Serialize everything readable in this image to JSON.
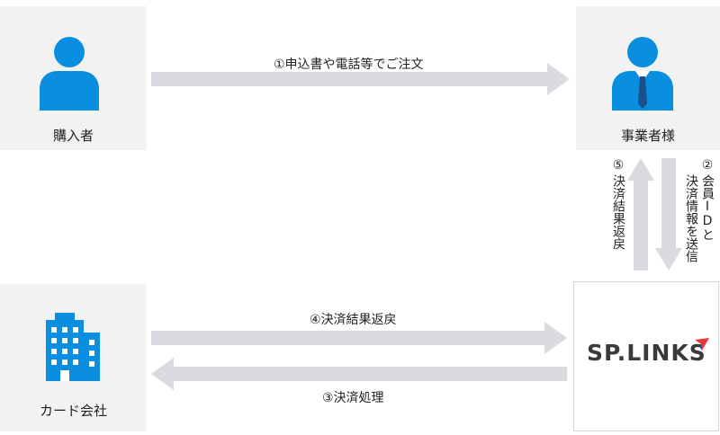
{
  "actors": {
    "buyer": {
      "label": "購入者"
    },
    "merchant": {
      "label": "事業者様"
    },
    "card_company": {
      "label": "カード会社"
    }
  },
  "flows": {
    "step1": "①申込書や電話等でご注文",
    "step2_line1": "②",
    "step2_line2": "会員IDと",
    "step2_line3": "決済情報を送信",
    "step3": "③決済処理",
    "step4": "④決済結果返戻",
    "step5_line1": "⑤",
    "step5_line2": "決済結果返戻"
  },
  "logo": {
    "text": "SP.LINKS"
  },
  "colors": {
    "icon_blue": "#0a8fe0",
    "arrow_gray": "#d9dbe0",
    "box_gray": "#f2f2f2",
    "logo_accent": "#e83a3a"
  }
}
